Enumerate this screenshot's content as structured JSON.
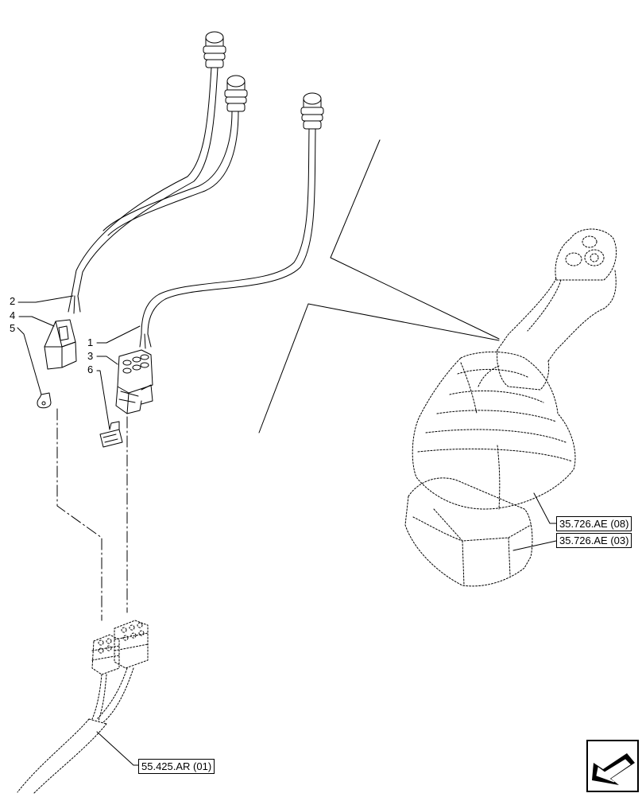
{
  "diagram": {
    "callouts": [
      {
        "id": "c1",
        "label": "1"
      },
      {
        "id": "c2",
        "label": "2"
      },
      {
        "id": "c3",
        "label": "3"
      },
      {
        "id": "c4",
        "label": "4"
      },
      {
        "id": "c5",
        "label": "5"
      },
      {
        "id": "c6",
        "label": "6"
      }
    ],
    "references": {
      "ref_ae08": "35.726.AE (08)",
      "ref_ae03": "35.726.AE (03)",
      "ref_ar01": "55.425.AR (01)"
    },
    "icons": {
      "navigation": "previous-page-arrow-icon"
    },
    "colors": {
      "line": "#000000",
      "background": "#ffffff"
    }
  }
}
